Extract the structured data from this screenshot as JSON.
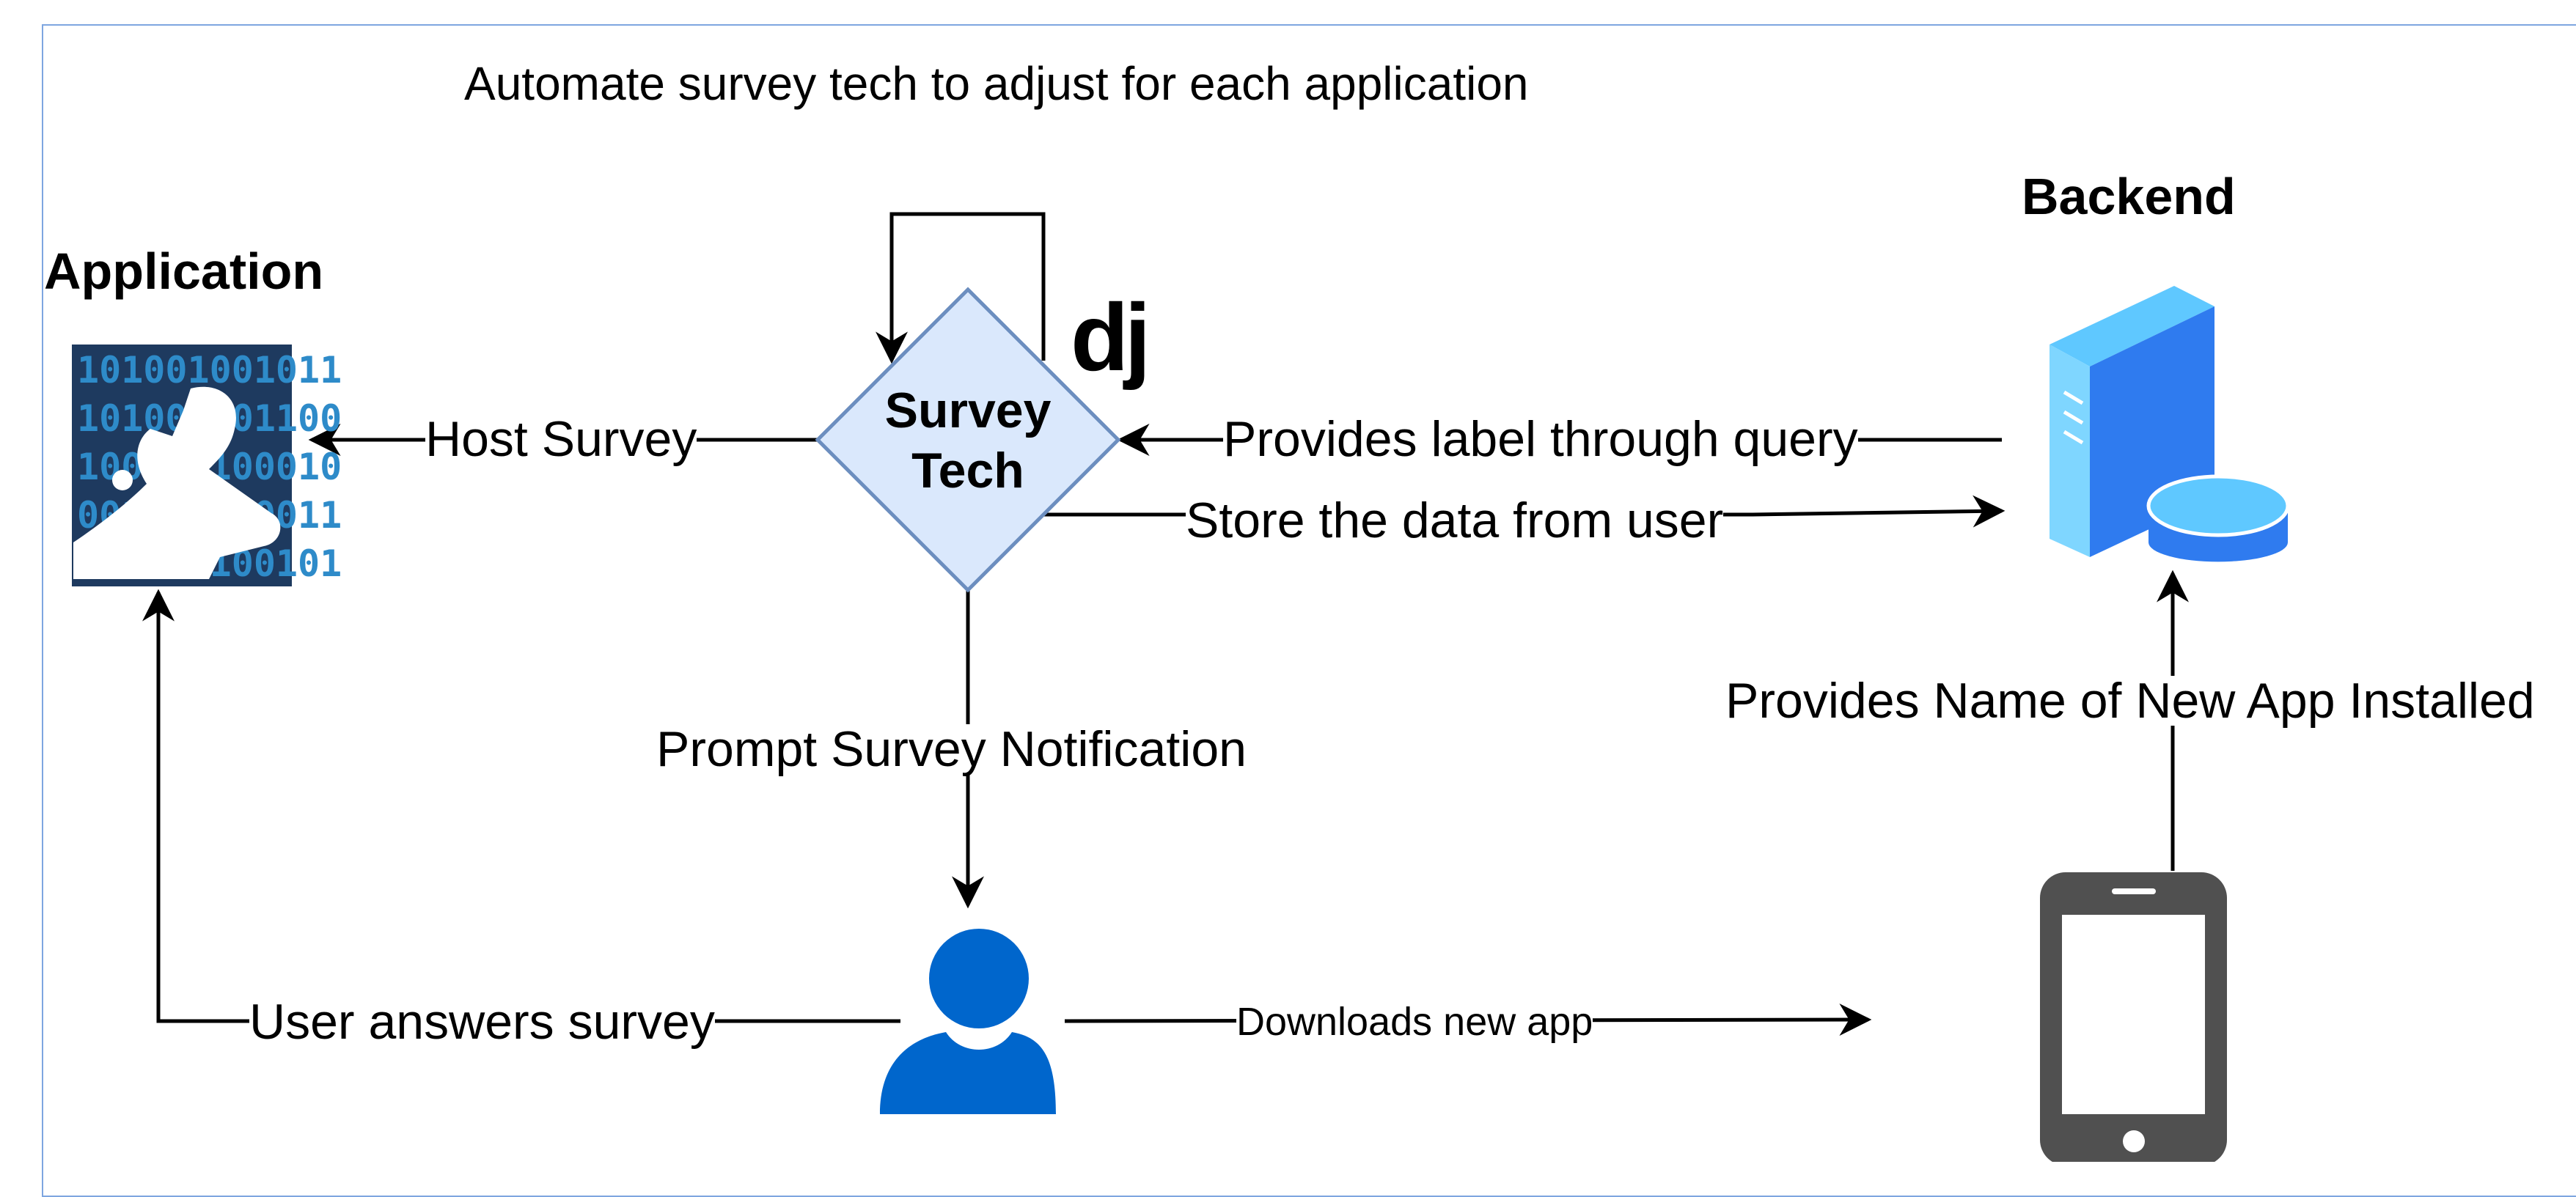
{
  "title": "Automate survey tech to adjust for each application",
  "nodes": {
    "application": {
      "heading": "Application",
      "icon": "binary-code-tool-icon",
      "colors": {
        "background": "#1e3a5f",
        "digits": "#2e8bc9"
      }
    },
    "survey_tech": {
      "line1": "Survey",
      "line2": "Tech",
      "brand": "dj",
      "colors": {
        "fill": "#dae8fc",
        "stroke": "#6c8ebf"
      }
    },
    "backend": {
      "heading": "Backend",
      "icon": "server-database-icon",
      "colors": {
        "primary": "#2f7bef",
        "light": "#5fc8ff"
      }
    },
    "user": {
      "icon": "user-icon",
      "color": "#0066cc"
    },
    "phone": {
      "icon": "smartphone-icon",
      "color": "#505050"
    }
  },
  "edges": {
    "host_survey": "Host Survey",
    "provides_label": "Provides label through query",
    "store_data": "Store the data from user",
    "prompt_notification": "Prompt Survey Notification",
    "user_answers": "User answers survey",
    "downloads_app": "Downloads new app",
    "provides_name": "Provides Name of New App Installed"
  },
  "colors": {
    "frame_border": "#7ea6e0",
    "edge_stroke": "#000000"
  }
}
